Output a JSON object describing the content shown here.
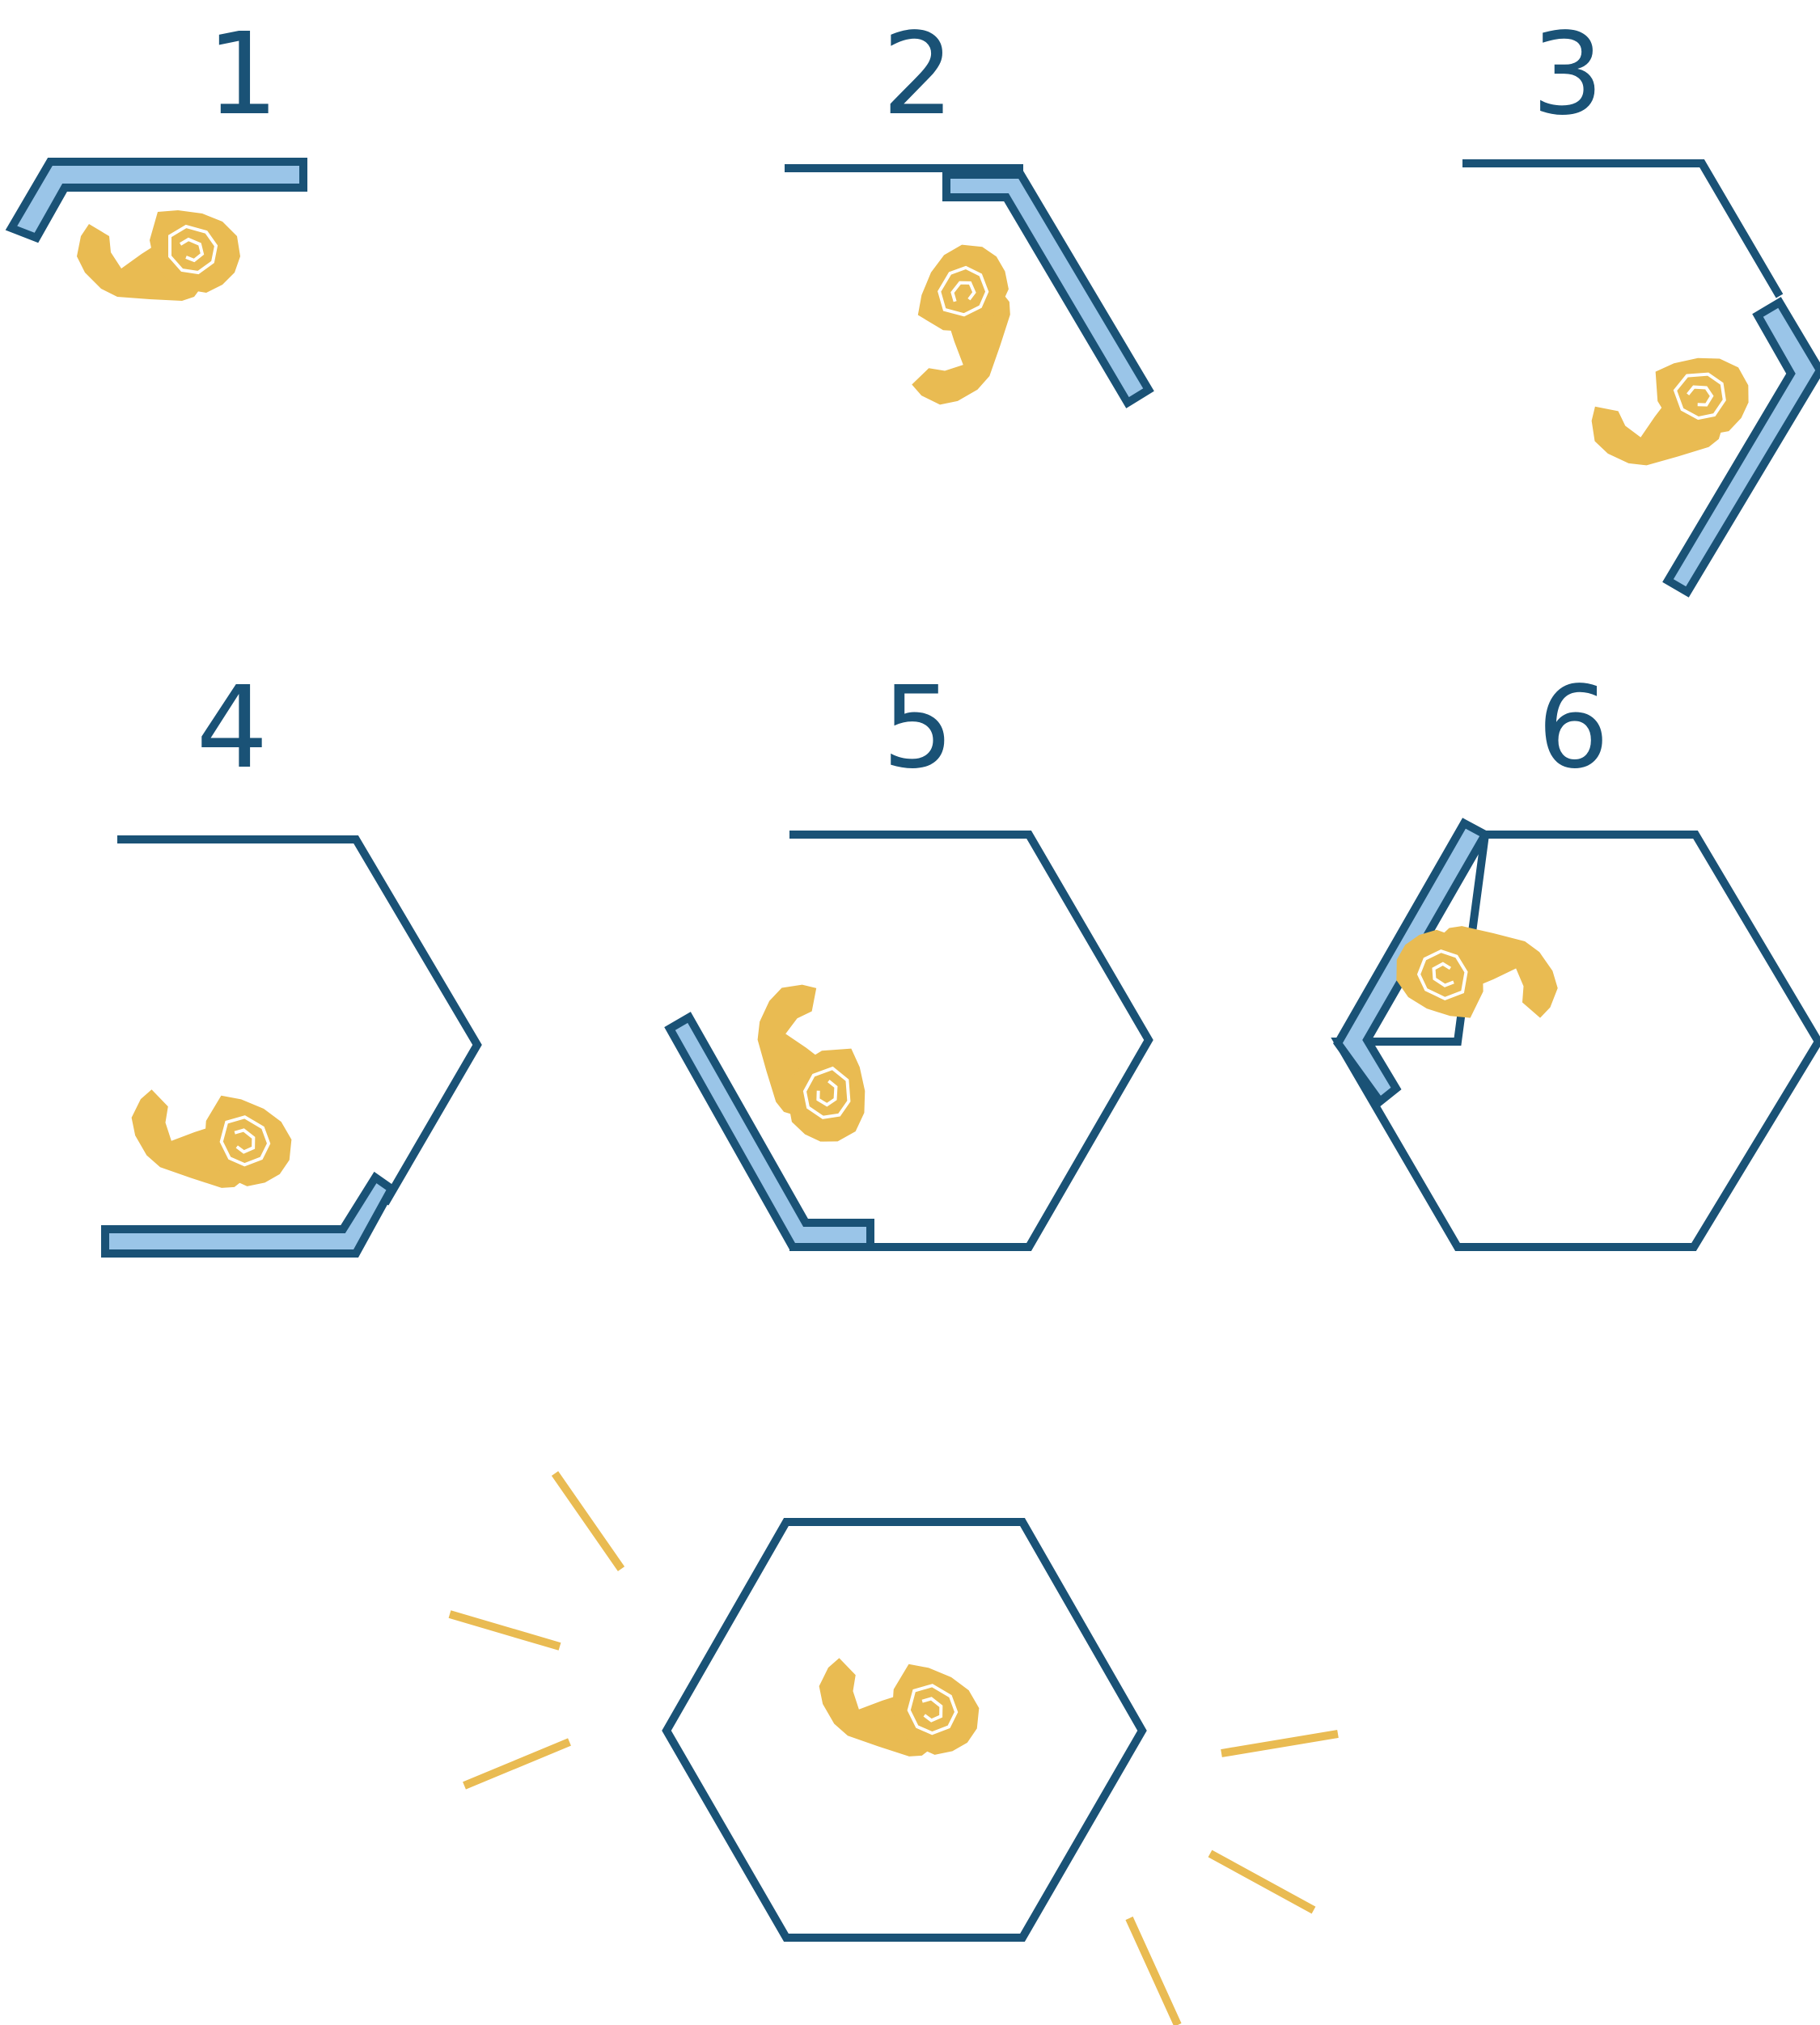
{
  "colors": {
    "outline": "#1a5276",
    "wall_fill": "#9ac5e8",
    "larva": "#e9bb52",
    "highlight": "#ffffff",
    "rays": "#e9bb52"
  },
  "steps": [
    {
      "label": "1"
    },
    {
      "label": "2"
    },
    {
      "label": "3"
    },
    {
      "label": "4"
    },
    {
      "label": "5"
    },
    {
      "label": "6"
    }
  ],
  "final": {
    "icon": "sealed-cell-with-larva",
    "rays": 6
  }
}
